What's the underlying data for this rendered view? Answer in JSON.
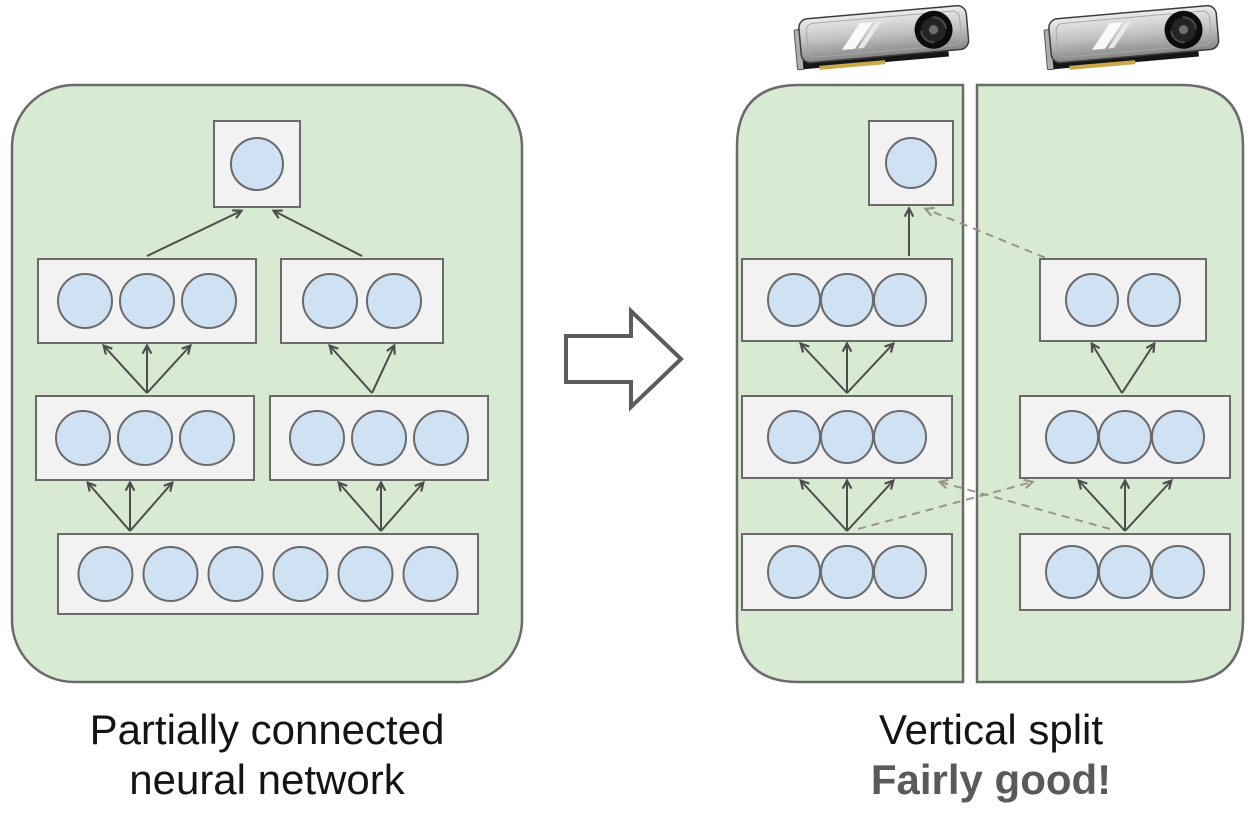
{
  "left_figure": {
    "caption_line1": "Partially connected",
    "caption_line2": "neural network",
    "layers": {
      "output_neurons": 1,
      "hidden2_left_neurons": 3,
      "hidden2_right_neurons": 2,
      "hidden1_left_neurons": 3,
      "hidden1_right_neurons": 3,
      "input_neurons": 6
    }
  },
  "right_figure": {
    "caption_line1": "Vertical split",
    "caption_line2": "Fairly good!",
    "gpu_count": 2,
    "device_left": {
      "output_neurons": 1,
      "hidden2_neurons": 3,
      "hidden1_neurons": 3,
      "input_neurons": 3
    },
    "device_right": {
      "hidden2_neurons": 2,
      "hidden1_neurons": 3,
      "input_neurons": 3
    }
  },
  "icons": {
    "gpu": "gpu-graphics-card-icon",
    "transform": "hollow-right-block-arrow"
  },
  "colors": {
    "panel_fill": "#d9ead3",
    "panel_stroke": "#6a6a6a",
    "box_fill": "#f2f2f2",
    "box_stroke": "#6a6a6a",
    "neuron_fill": "#cfe2f3",
    "neuron_stroke": "#6a6a6a",
    "arrow": "#4d4d4d",
    "dashed_arrow": "#9a948a",
    "block_arrow_stroke": "#5c5c5c",
    "block_arrow_fill": "#ffffff",
    "caption": "#141414",
    "verdict": "#5a5a5a",
    "background": "#ffffff"
  }
}
